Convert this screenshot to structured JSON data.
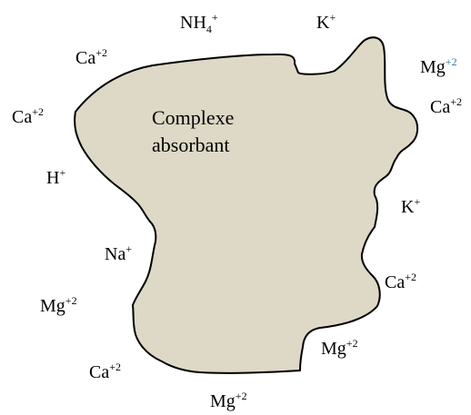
{
  "center_label": {
    "line1": "Complexe",
    "line2": "absorbant"
  },
  "colors": {
    "complex_fill": "#ded9c6",
    "complex_stroke": "#000000",
    "highlight_superscript": "#2e75b6"
  },
  "ions": [
    {
      "id": "nh4-top",
      "symbol": "NH",
      "subscript": "4",
      "superscript": "+"
    },
    {
      "id": "k-top",
      "symbol": "K",
      "superscript": "+"
    },
    {
      "id": "ca-top-left",
      "symbol": "Ca",
      "superscript": "+2"
    },
    {
      "id": "mg-top-right",
      "symbol": "Mg",
      "superscript": "+2"
    },
    {
      "id": "ca-left",
      "symbol": "Ca",
      "superscript": "+2"
    },
    {
      "id": "ca-right",
      "symbol": "Ca",
      "superscript": "+2"
    },
    {
      "id": "h-left",
      "symbol": "H",
      "superscript": "+"
    },
    {
      "id": "k-right",
      "symbol": "K",
      "superscript": "+"
    },
    {
      "id": "na-left",
      "symbol": "Na",
      "superscript": "+"
    },
    {
      "id": "ca-lower-right",
      "symbol": "Ca",
      "superscript": "+2"
    },
    {
      "id": "mg-lower-left",
      "symbol": "Mg",
      "superscript": "+2"
    },
    {
      "id": "mg-bottom-right",
      "symbol": "Mg",
      "superscript": "+2"
    },
    {
      "id": "ca-bottom-left",
      "symbol": "Ca",
      "superscript": "+2"
    },
    {
      "id": "mg-bottom",
      "symbol": "Mg",
      "superscript": "+2"
    }
  ]
}
